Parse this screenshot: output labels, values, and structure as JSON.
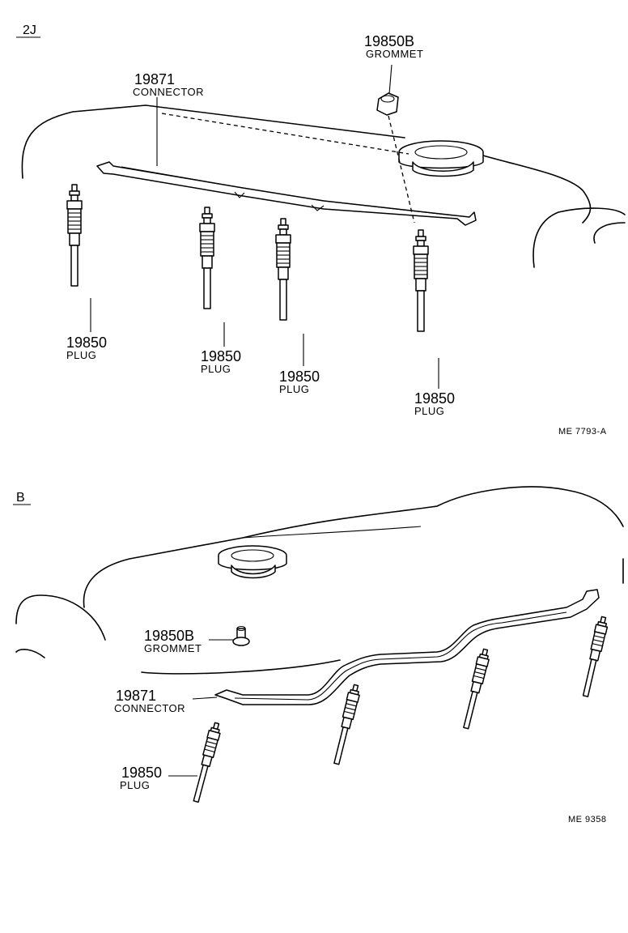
{
  "section_2j": {
    "section_label": "2J",
    "grommet": {
      "part_no": "19850B",
      "name": "GROMMET"
    },
    "connector": {
      "part_no": "19871",
      "name": "CONNECTOR"
    },
    "plugs": [
      {
        "part_no": "19850",
        "name": "PLUG"
      },
      {
        "part_no": "19850",
        "name": "PLUG"
      },
      {
        "part_no": "19850",
        "name": "PLUG"
      },
      {
        "part_no": "19850",
        "name": "PLUG"
      }
    ],
    "figure_code": "ME  7793-A"
  },
  "section_b": {
    "section_label": "B",
    "grommet": {
      "part_no": "19850B",
      "name": "GROMMET"
    },
    "connector": {
      "part_no": "19871",
      "name": "CONNECTOR"
    },
    "plug": {
      "part_no": "19850",
      "name": "PLUG"
    },
    "figure_code": "ME  9358"
  }
}
